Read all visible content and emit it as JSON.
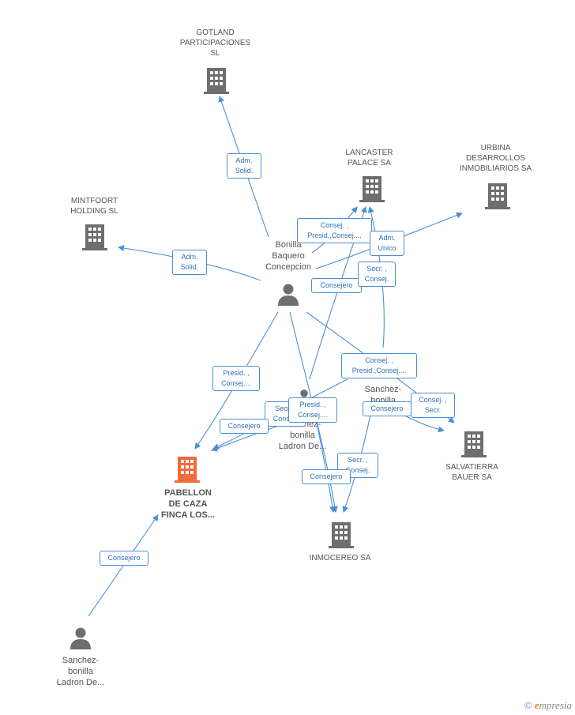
{
  "nodes": {
    "gotland": {
      "label": "GOTLAND\nPARTICIPACIONES\nSL",
      "type": "company"
    },
    "lancaster": {
      "label": "LANCASTER\nPALACE SA",
      "type": "company"
    },
    "urbina": {
      "label": "URBINA\nDESARROLLOS\nINMOBILIARIOS SA",
      "type": "company"
    },
    "mintfoort": {
      "label": "MINTFOORT\nHOLDING  SL",
      "type": "company"
    },
    "bonilla_baquero": {
      "label": "Bonilla\nBaquero\nConcepcion",
      "type": "person"
    },
    "sanchez_mid": {
      "label": "Sanchez-\nbonilla\nL...",
      "type": "person"
    },
    "sanchez_center": {
      "label": "Sanchez-\nbonilla\nLadron De...",
      "type": "person"
    },
    "pabellon": {
      "label": "PABELLON\nDE CAZA\nFINCA LOS...",
      "type": "company-focus"
    },
    "salvatierra": {
      "label": "SALVATIERRA\nBAUER SA",
      "type": "company"
    },
    "inmocereo": {
      "label": "INMOCEREO SA",
      "type": "company"
    },
    "sanchez_bottom": {
      "label": "Sanchez-\nbonilla\nLadron De...",
      "type": "person"
    }
  },
  "relations": {
    "r1": "Adm.\nSolid.",
    "r2": "Adm.\nSolid.",
    "r3": "Consej. ,\nPresid.,Consej....",
    "r4": "Adm.\nUnico",
    "r5": "Consejero",
    "r6": "Secr. ,\nConsej.",
    "r7": "Presid. ,\nConsej....",
    "r8": "Consej. ,\nPresid.,Consej....",
    "r9": "Consej. ,\nSecr.",
    "r10": "Consejero",
    "r11": "Secr. ,\nConsej.",
    "r12": "Presid. ,\nConsej....",
    "r13": "Consejero",
    "r14": "Secr. ,\nConsej.",
    "r15": "Consejero",
    "r16": "Consejero"
  },
  "colors": {
    "edge": "#4a8fd6",
    "icon": "#6e6e6e",
    "focus": "#f26b3a"
  },
  "brand": {
    "symbol": "©",
    "initial": "e",
    "rest": "mpresia"
  }
}
